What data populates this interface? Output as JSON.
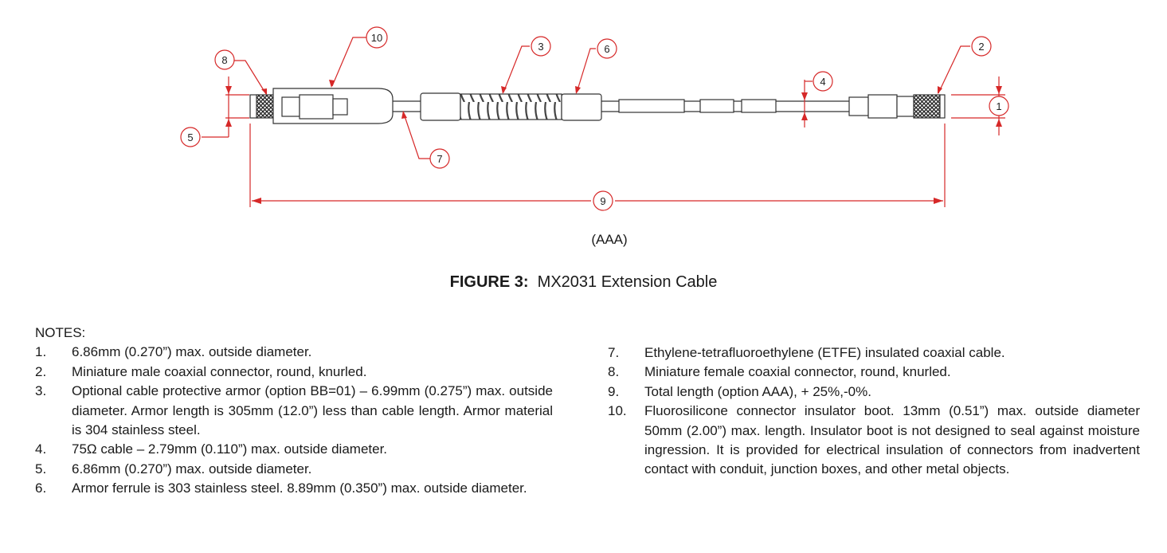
{
  "figure": {
    "sub_label": "(AAA)",
    "caption_prefix": "FIGURE 3:",
    "caption_text": "MX2031 Extension Cable"
  },
  "callouts": [
    "1",
    "2",
    "3",
    "4",
    "5",
    "6",
    "7",
    "8",
    "9",
    "10"
  ],
  "notes_heading": "NOTES:",
  "notes_left": [
    {
      "num": "1.",
      "text": "6.86mm (0.270”) max. outside diameter."
    },
    {
      "num": "2.",
      "text": "Miniature male coaxial connector, round, knurled."
    },
    {
      "num": "3.",
      "text": "Optional cable protective armor (option BB=01) – 6.99mm (0.275”) max. outside diameter.  Armor length is 305mm (12.0”) less than cable length. Armor material is 304 stainless steel."
    },
    {
      "num": "4.",
      "text": "75Ω cable – 2.79mm (0.110”) max. outside diameter."
    },
    {
      "num": "5.",
      "text": "6.86mm (0.270”) max. outside diameter."
    },
    {
      "num": "6.",
      "text": "Armor ferrule is 303 stainless steel. 8.89mm (0.350”) max. outside diameter."
    }
  ],
  "notes_right": [
    {
      "num": "7.",
      "text": "Ethylene-tetrafluoroethylene (ETFE) insulated coaxial cable."
    },
    {
      "num": "8.",
      "text": "Miniature female coaxial connector, round, knurled."
    },
    {
      "num": "9.",
      "text": "Total length (option AAA), + 25%,-0%."
    },
    {
      "num": "10.",
      "text": "Fluorosilicone connector insulator boot. 13mm (0.51”) max. outside diameter 50mm (2.00”) max. length. Insulator boot is not designed to seal against moisture ingression. It is provided for electrical insulation of connectors from inadvertent contact with conduit, junction boxes, and other metal objects."
    }
  ],
  "colors": {
    "dimension": "#d62828",
    "drawing": "#333333",
    "text": "#1a1a1a"
  }
}
